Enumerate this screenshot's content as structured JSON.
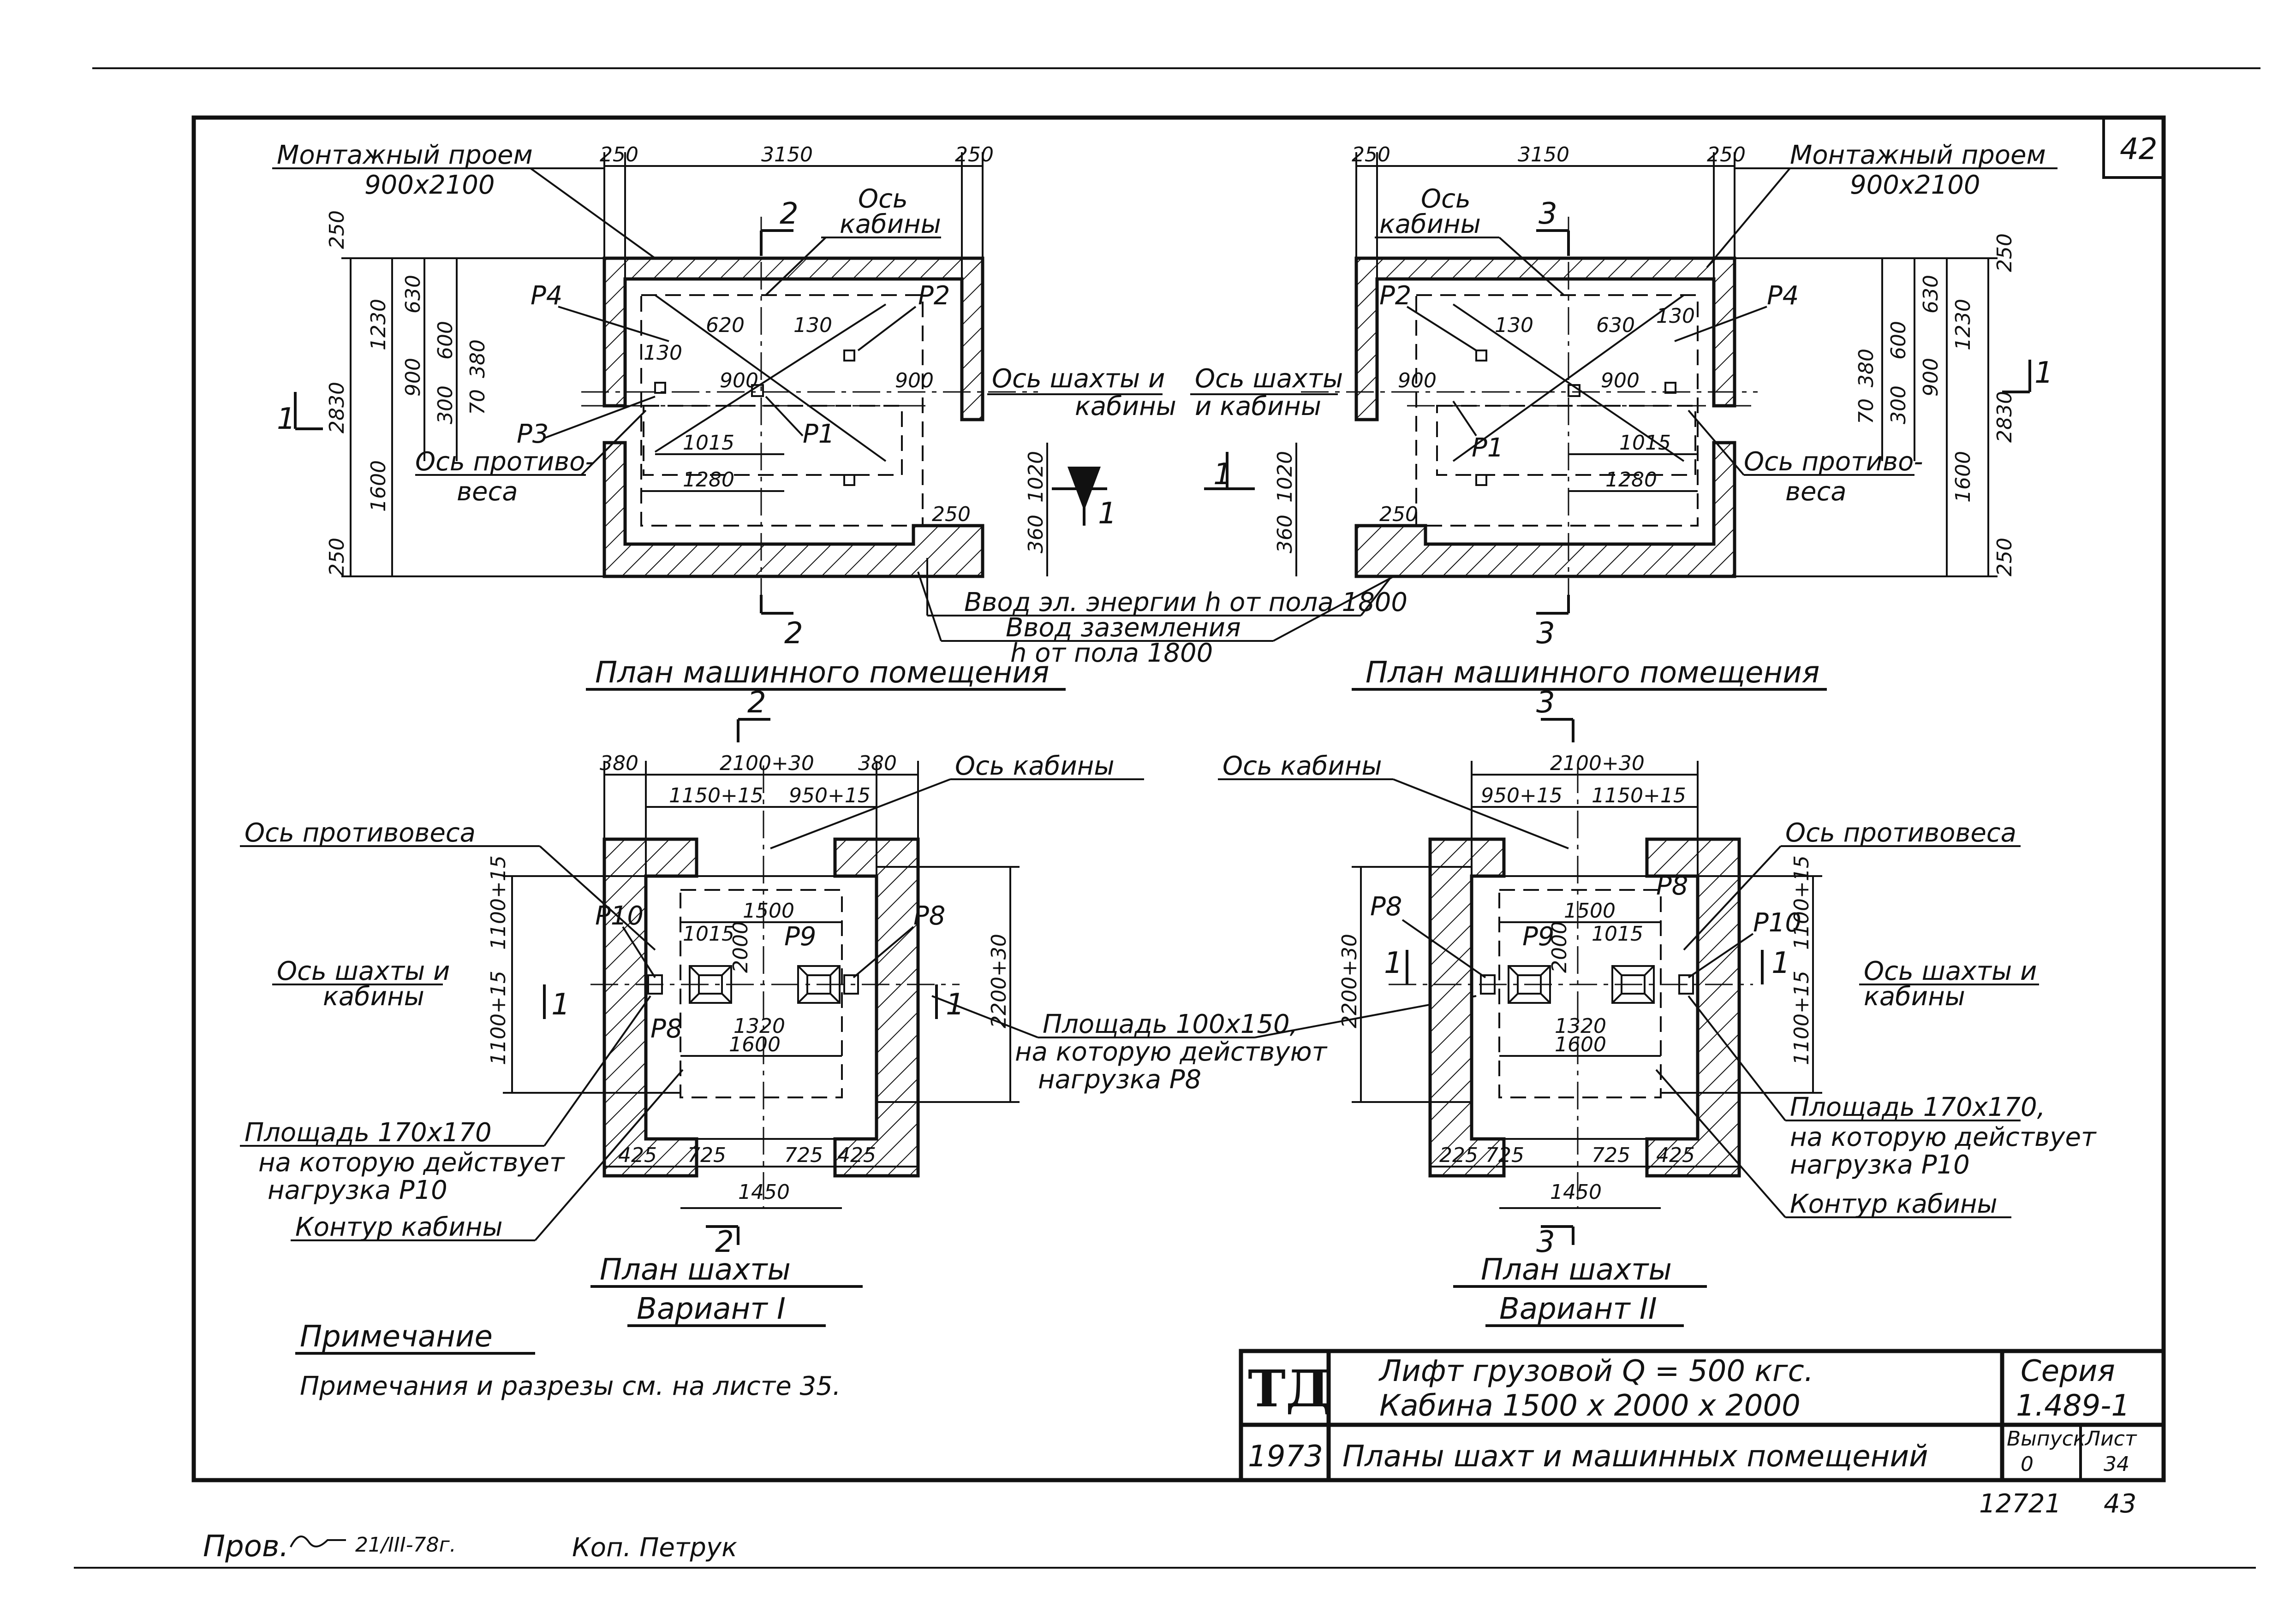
{
  "sheet_number": "42",
  "machine_room_left": {
    "top_dims": [
      "250",
      "3150",
      "250"
    ],
    "side_dims_left": [
      "250",
      "1230",
      "2830",
      "1600",
      "250"
    ],
    "inner_dims": [
      "630",
      "900",
      "600",
      "380",
      "300",
      "70"
    ],
    "misc_dims": [
      "130",
      "620",
      "130",
      "900",
      "900",
      "1015",
      "1280",
      "1020",
      "250",
      "360"
    ],
    "loads": [
      "P4",
      "P2",
      "P3",
      "P1"
    ],
    "section_marks": [
      "2",
      "2",
      "1"
    ],
    "notes": {
      "opening": "Монтажный проем",
      "opening_size": "900х2100",
      "cabin_axis_1": "Ось",
      "cabin_axis_2": "кабины",
      "shaft_axis_1": "Ось шахты и",
      "shaft_axis_2": "кабины",
      "cw_axis_1": "Ось противо-",
      "cw_axis_2": "веса"
    },
    "title": "План машинного помещения"
  },
  "machine_room_right": {
    "top_dims": [
      "250",
      "3150",
      "250"
    ],
    "side_dims_right": [
      "250",
      "1230",
      "2830",
      "1600",
      "250"
    ],
    "inner_dims": [
      "630",
      "900",
      "600",
      "380",
      "300",
      "70"
    ],
    "misc_dims": [
      "130",
      "630",
      "130",
      "900",
      "900",
      "1015",
      "1280",
      "1020",
      "250",
      "360"
    ],
    "loads": [
      "P2",
      "P4",
      "P1"
    ],
    "section_marks": [
      "3",
      "3",
      "1"
    ],
    "notes": {
      "opening": "Монтажный проем",
      "opening_size": "900х2100",
      "cabin_axis_1": "Ось",
      "cabin_axis_2": "кабины",
      "shaft_axis_1": "Ось шахты",
      "shaft_axis_2": "и кабины",
      "cw_axis_1": "Ось противо-",
      "cw_axis_2": "веса"
    },
    "title": "План машинного помещения"
  },
  "power_notes": {
    "power": "Ввод эл. энергии h от пола 1800",
    "ground": "Ввод заземления",
    "ground_h": "h от пола 1800"
  },
  "shaft_left": {
    "section_top": "2",
    "section_bottom": "2",
    "section_side": "1",
    "top_dims": [
      "380",
      "2100+30",
      "380",
      "1150+15",
      "950+15"
    ],
    "side_dims": [
      "1100+15",
      "1100+15",
      "2200+30"
    ],
    "inner_dims": [
      "1500",
      "1015",
      "2000",
      "1320",
      "1600"
    ],
    "bottom_dims": [
      "425",
      "725",
      "725",
      "425",
      "1450"
    ],
    "loads": [
      "P10",
      "P9",
      "P8",
      "P8"
    ],
    "notes": {
      "cw_axis": "Ось противовеса",
      "cabin_axis": "Ось кабины",
      "shaft_axis_1": "Ось шахты и",
      "shaft_axis_2": "кабины",
      "area1_1": "Площадь 170х170",
      "area1_2": "на которую действует",
      "area1_3": "нагрузка P10",
      "contour": "Контур кабины"
    },
    "title": "План шахты",
    "variant": "Вариант I"
  },
  "area_note": {
    "l1": "Площадь 100х150,",
    "l2": "на которую действуют",
    "l3": "нагрузка P8"
  },
  "shaft_right": {
    "section_top": "3",
    "section_bottom": "3",
    "section_side": "1",
    "top_dims": [
      "2100+30",
      "950+15",
      "1150+15"
    ],
    "side_dims": [
      "2200+30",
      "1100+15",
      "1100+15"
    ],
    "inner_dims": [
      "1500",
      "1015",
      "2000",
      "1320",
      "1600"
    ],
    "bottom_dims": [
      "225",
      "725",
      "725",
      "425",
      "1450"
    ],
    "loads": [
      "P8",
      "P9",
      "P8",
      "P10"
    ],
    "notes": {
      "cabin_axis": "Ось кабины",
      "cw_axis": "Ось противовеса",
      "shaft_axis_1": "Ось шахты и",
      "shaft_axis_2": "кабины",
      "area1_1": "Площадь 170х170,",
      "area1_2": "на которую действует",
      "area1_3": "нагрузка P10",
      "contour": "Контур кабины"
    },
    "title": "План шахты",
    "variant": "Вариант II"
  },
  "note": {
    "heading": "Примечание",
    "text": "Примечания и разрезы см. на листе 35."
  },
  "title_block": {
    "logo": "ТД",
    "year": "1973",
    "title_1": "Лифт грузовой Q = 500 кгс.",
    "title_2": "Кабина 1500 х 2000 х 2000",
    "subtitle": "Планы шахт и машинных помещений",
    "series_label": "Серия",
    "series_value": "1.489-1",
    "issue_label": "Выпуск",
    "issue_value": "0",
    "sheet_label": "Лист",
    "sheet_value": "34"
  },
  "footer": {
    "number": "12721",
    "page": "43",
    "checked": "Пров.",
    "signature": "21/III-78г.",
    "copy": "Коп. Петрук"
  }
}
